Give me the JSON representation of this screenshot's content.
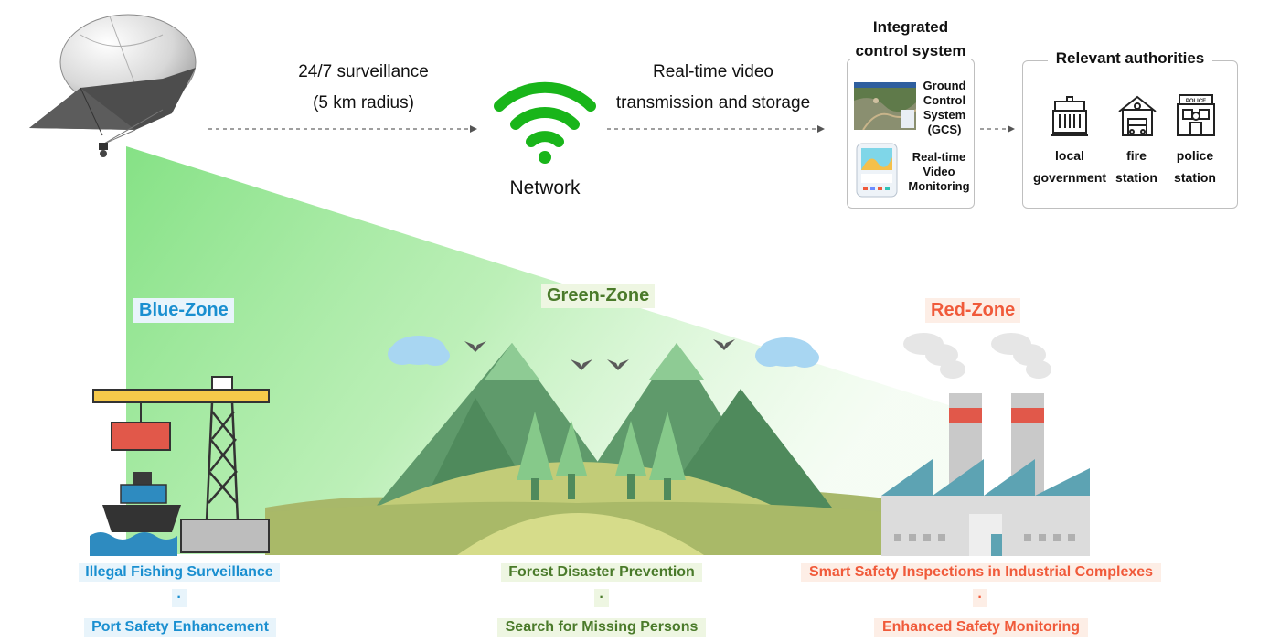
{
  "flow": {
    "surveillance": {
      "line1": "24/7 surveillance",
      "line2": "(5 km radius)"
    },
    "network_label": "Network",
    "transmission": {
      "line1": "Real-time video",
      "line2": "transmission and storage"
    },
    "control": {
      "title_line1": "Integrated",
      "title_line2": "control system",
      "gcs_label": [
        "Ground",
        "Control",
        "System",
        "(GCS)"
      ],
      "monitoring_label": [
        "Real-time",
        "Video",
        "Monitoring"
      ]
    },
    "authorities": {
      "title": "Relevant authorities",
      "items": [
        {
          "line1": "local",
          "line2": "government",
          "icon": "government-building-icon"
        },
        {
          "line1": "fire",
          "line2": "station",
          "icon": "fire-station-icon"
        },
        {
          "line1": "police",
          "line2": "station",
          "icon": "police-station-icon",
          "sign": "POLICE"
        }
      ]
    }
  },
  "zones": {
    "blue": {
      "name": "Blue-Zone",
      "color": "#1a8fd0",
      "caption1": "Illegal Fishing Surveillance",
      "caption2": "Port Safety Enhancement",
      "dot": "·"
    },
    "green": {
      "name": "Green-Zone",
      "color": "#4a7a2a",
      "caption1": "Forest Disaster Prevention",
      "caption2": "Search for Missing Persons",
      "dot": "·"
    },
    "red": {
      "name": "Red-Zone",
      "color": "#f05a3a",
      "caption1": "Smart Safety Inspections in Industrial Complexes",
      "caption2": "Enhanced Safety Monitoring",
      "dot": "·"
    }
  },
  "colors": {
    "wifi": "#19b51a",
    "beam": "#7fe07f"
  }
}
